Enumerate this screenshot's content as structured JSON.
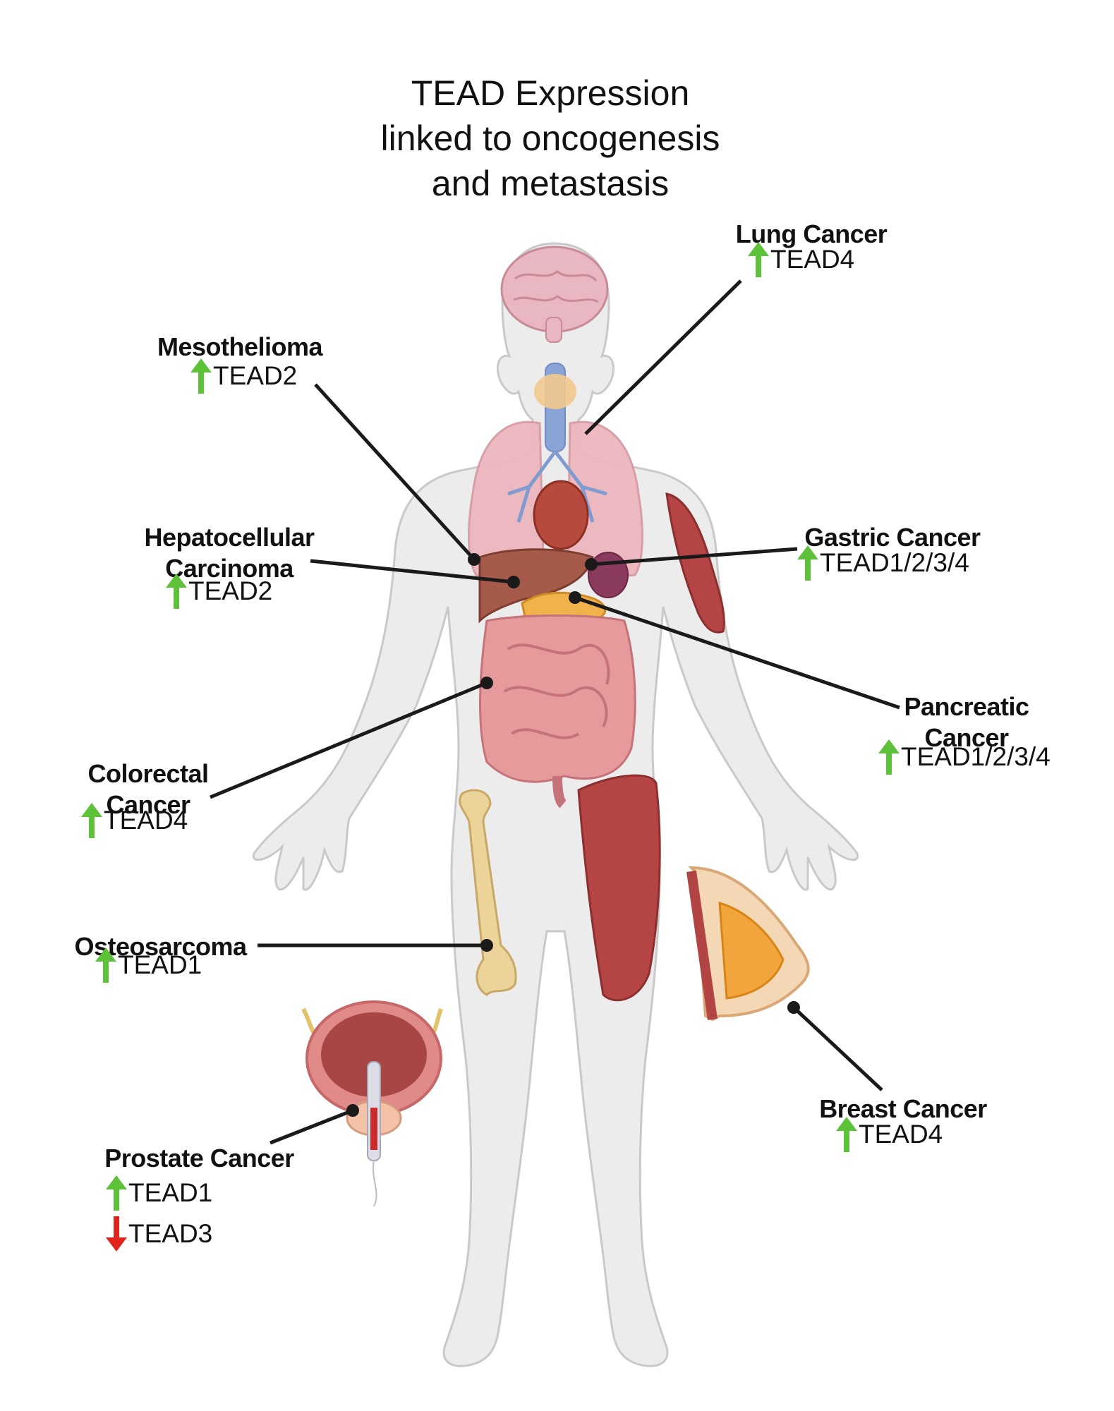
{
  "title": "TEAD Expression linked to oncogenesis and metastasis",
  "colors": {
    "up": "#5dc23a",
    "down": "#e0241c",
    "body": "#ececec",
    "line": "#1a1a1a"
  },
  "annotations": [
    {
      "id": "lung",
      "label": "Lung Cancer",
      "markers": [
        {
          "dir": "up",
          "text": "TEAD4"
        }
      ]
    },
    {
      "id": "meso",
      "label": "Mesothelioma",
      "markers": [
        {
          "dir": "up",
          "text": "TEAD2"
        }
      ]
    },
    {
      "id": "hcc",
      "label": "Hepatocellular Carcinoma",
      "markers": [
        {
          "dir": "up",
          "text": "TEAD2"
        }
      ]
    },
    {
      "id": "gastric",
      "label": "Gastric Cancer",
      "markers": [
        {
          "dir": "up",
          "text": "TEAD1/2/3/4"
        }
      ]
    },
    {
      "id": "pancreatic",
      "label": "Pancreatic Cancer",
      "markers": [
        {
          "dir": "up",
          "text": "TEAD1/2/3/4"
        }
      ]
    },
    {
      "id": "colorectal",
      "label": "Colorectal Cancer",
      "markers": [
        {
          "dir": "up",
          "text": "TEAD4"
        }
      ]
    },
    {
      "id": "osteo",
      "label": "Osteosarcoma",
      "markers": [
        {
          "dir": "up",
          "text": "TEAD1"
        }
      ]
    },
    {
      "id": "breast",
      "label": "Breast Cancer",
      "markers": [
        {
          "dir": "up",
          "text": "TEAD4"
        }
      ]
    },
    {
      "id": "prostate",
      "label": "Prostate Cancer",
      "markers": [
        {
          "dir": "up",
          "text": "TEAD1"
        },
        {
          "dir": "down",
          "text": "TEAD3"
        }
      ]
    }
  ]
}
